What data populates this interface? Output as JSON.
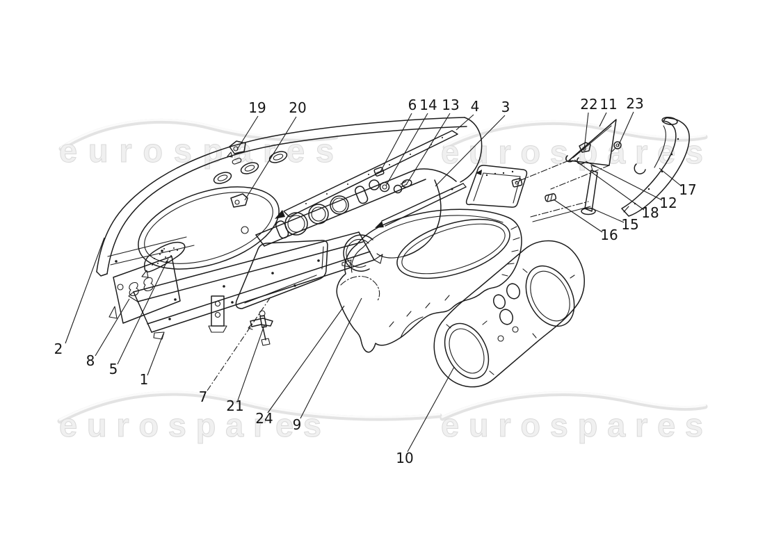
{
  "watermark": {
    "text": "eurospares"
  },
  "part_labels": [
    {
      "number": "19"
    },
    {
      "number": "20"
    },
    {
      "number": "6"
    },
    {
      "number": "14"
    },
    {
      "number": "13"
    },
    {
      "number": "4"
    },
    {
      "number": "3"
    },
    {
      "number": "22"
    },
    {
      "number": "11"
    },
    {
      "number": "23"
    },
    {
      "number": "17"
    },
    {
      "number": "12"
    },
    {
      "number": "18"
    },
    {
      "number": "15"
    },
    {
      "number": "16"
    },
    {
      "number": "2"
    },
    {
      "number": "8"
    },
    {
      "number": "5"
    },
    {
      "number": "1"
    },
    {
      "number": "7"
    },
    {
      "number": "21"
    },
    {
      "number": "24"
    },
    {
      "number": "9"
    },
    {
      "number": "10"
    }
  ],
  "colors": {
    "line": "#1b1b1b",
    "background": "#ffffff",
    "watermark_fill": "#f0f0f0",
    "watermark_stroke": "#d9d9d9"
  }
}
